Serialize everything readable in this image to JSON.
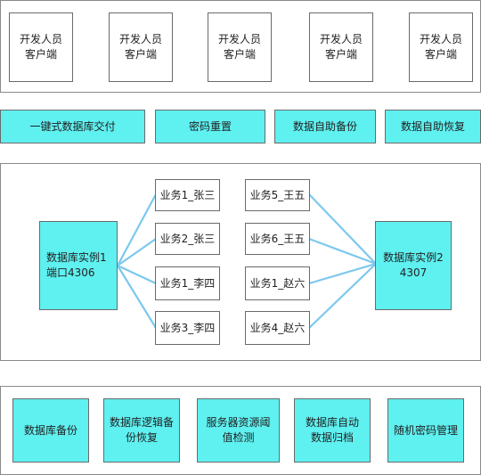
{
  "clients": [
    "开发人员\n客户端",
    "开发人员\n客户端",
    "开发人员\n客户端",
    "开发人员\n客户端",
    "开发人员\n客户端"
  ],
  "services": [
    "一键式数据库交付",
    "密码重置",
    "数据自助备份",
    "数据自助恢复"
  ],
  "instance_left": "数据库实例1\n端口4306",
  "instance_right": "数据库实例2\n4307",
  "business_left": [
    "业务1_张三",
    "业务2_张三",
    "业务1_李四",
    "业务3_李四"
  ],
  "business_right": [
    "业务5_王五",
    "业务6_王五",
    "业务1_赵六",
    "业务4_赵六"
  ],
  "tools": [
    "数据库备份",
    "数据库逻辑备\n份恢复",
    "服务器资源阈\n值检测",
    "数据库自动\n数据归档",
    "随机密码管理"
  ],
  "colors": {
    "cyan": "#5ff0f0",
    "connector": "#7cc8ee",
    "border": "#6a6a6a"
  }
}
